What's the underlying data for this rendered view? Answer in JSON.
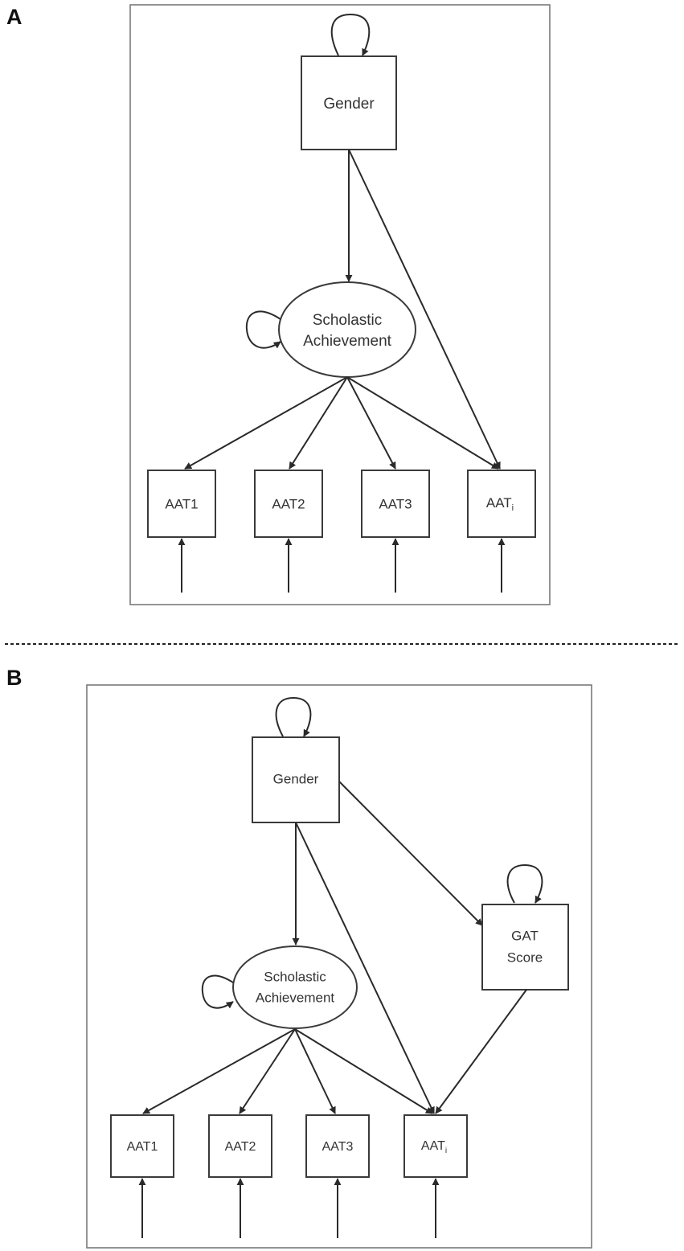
{
  "panels": {
    "a": {
      "letter": "A",
      "gender": "Gender",
      "latent_line1": "Scholastic",
      "latent_line2": "Achievement",
      "indicators": [
        "AAT1",
        "AAT2",
        "AAT3"
      ],
      "indicator_last_base": "AAT",
      "indicator_last_sub": "i"
    },
    "b": {
      "letter": "B",
      "gender": "Gender",
      "gat_line1": "GAT",
      "gat_line2": "Score",
      "latent_line1": "Scholastic",
      "latent_line2": "Achievement",
      "indicators": [
        "AAT1",
        "AAT2",
        "AAT3"
      ],
      "indicator_last_base": "AAT",
      "indicator_last_sub": "i"
    }
  }
}
